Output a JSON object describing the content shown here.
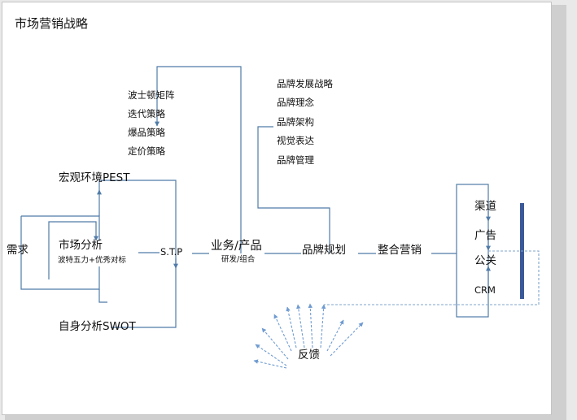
{
  "title": "市场营销战略",
  "nodes": {
    "demand": "需求",
    "macro_env": "宏观环境PEST",
    "market_analysis": "市场分析",
    "market_analysis_sub": "波特五力+优秀对标",
    "self_analysis": "自身分析SWOT",
    "stp": "S.T.P",
    "business_product": "业务/产品",
    "business_product_sub": "研发/组合",
    "brand_planning": "品牌规划",
    "integrated_marketing": "整合营销",
    "feedback": "反馈"
  },
  "product_strategies": [
    "波士顿矩阵",
    "迭代策略",
    "爆品策略",
    "定价策略"
  ],
  "brand_items": [
    "品牌发展战略",
    "品牌理念",
    "品牌架构",
    "视觉表达",
    "品牌管理"
  ],
  "channels": [
    "渠道",
    "广告",
    "公关",
    "CRM"
  ],
  "colors": {
    "line": "#4f7ba8",
    "dashed": "#7fa6cc",
    "bar": "#3b5998"
  }
}
